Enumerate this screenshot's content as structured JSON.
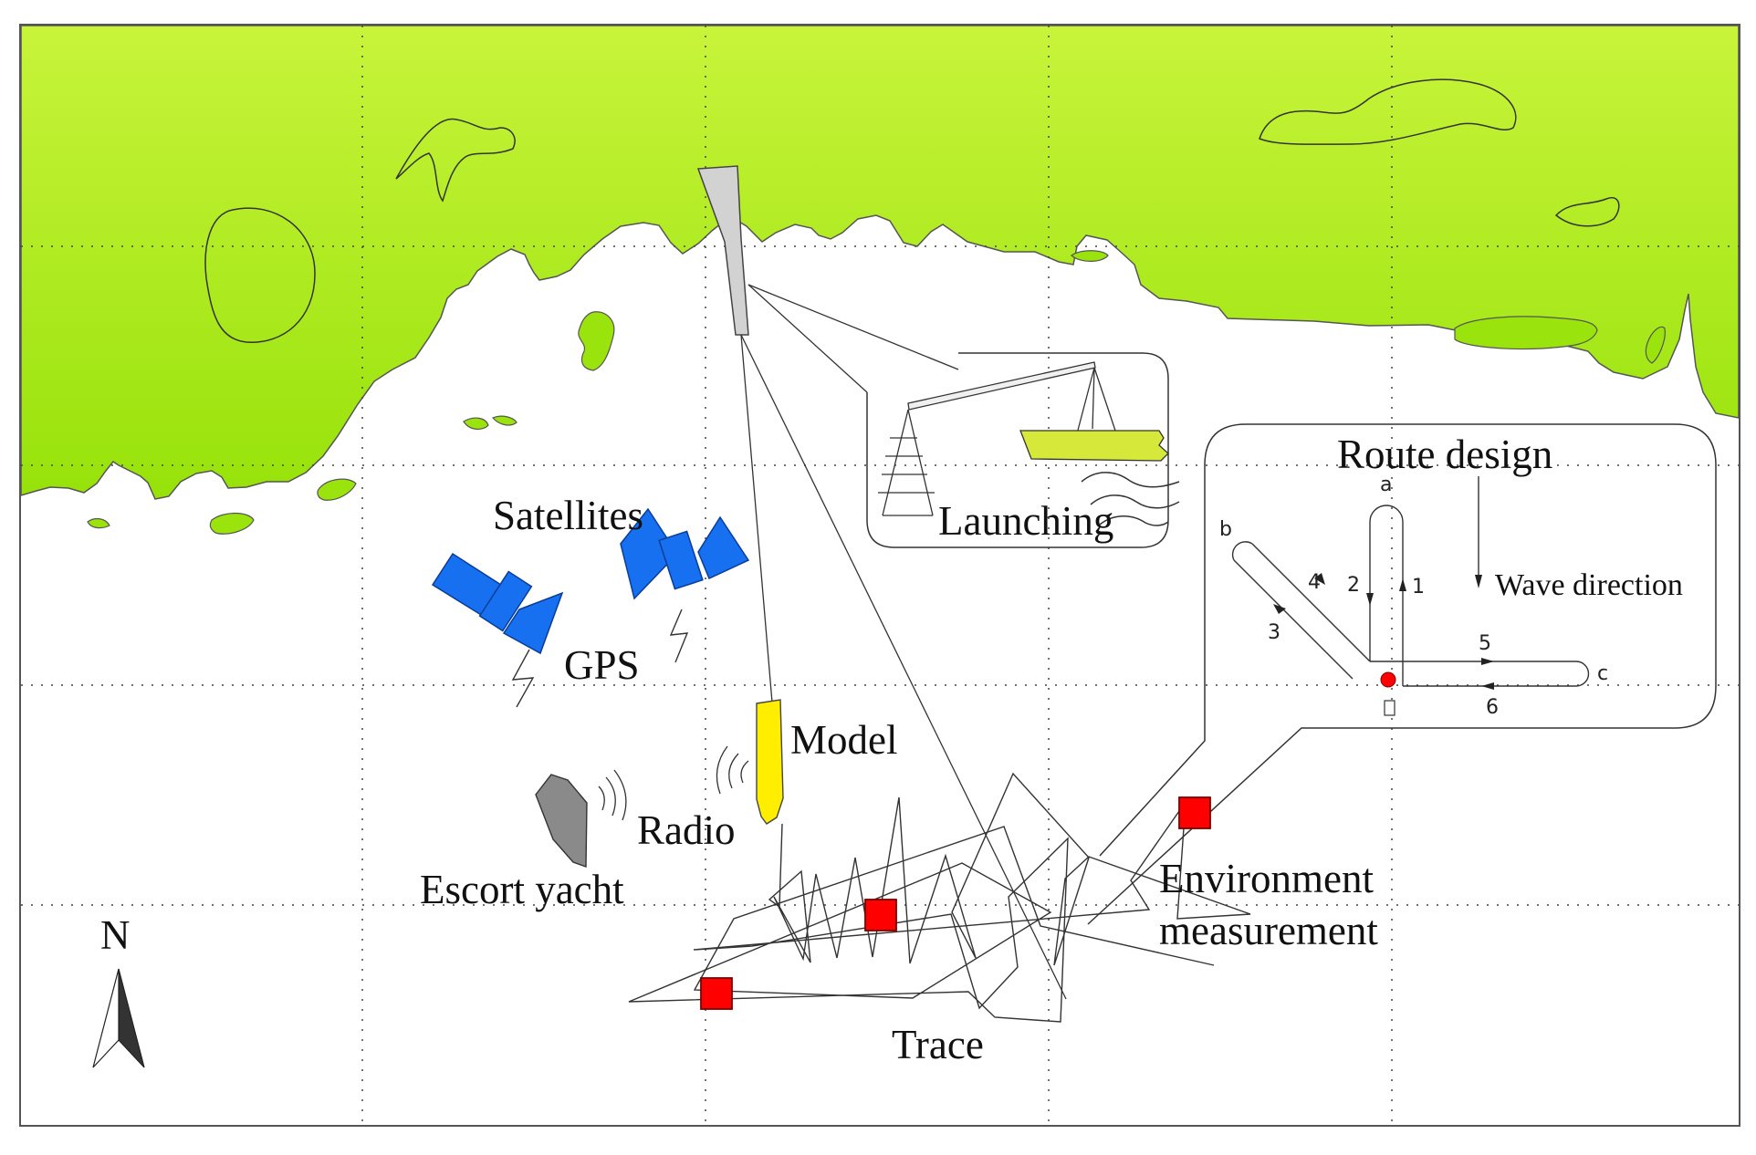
{
  "labels": {
    "satellites": "Satellites",
    "gps": "GPS",
    "model": "Model",
    "radio": "Radio",
    "escort_yacht": "Escort yacht",
    "launching": "Launching",
    "route_design": "Route design",
    "wave_direction": "Wave direction",
    "environment_line1": "Environment",
    "environment_line2": "measurement",
    "trace": "Trace",
    "north": "N"
  },
  "route_markers": {
    "a": "a",
    "b": "b",
    "c": "c",
    "n1": "1",
    "n2": "2",
    "n3": "3",
    "n4": "4",
    "n5": "5",
    "n6": "6"
  },
  "colors": {
    "land": "#9be30c",
    "land_light": "#c8f43a",
    "satellite": "#1670f0",
    "model": "#ffee00",
    "escort_yacht": "#8a8a8a",
    "measurement_station": "#ff0000",
    "launch_boat": "#d6e83a",
    "pier": "#d2d2d2"
  }
}
